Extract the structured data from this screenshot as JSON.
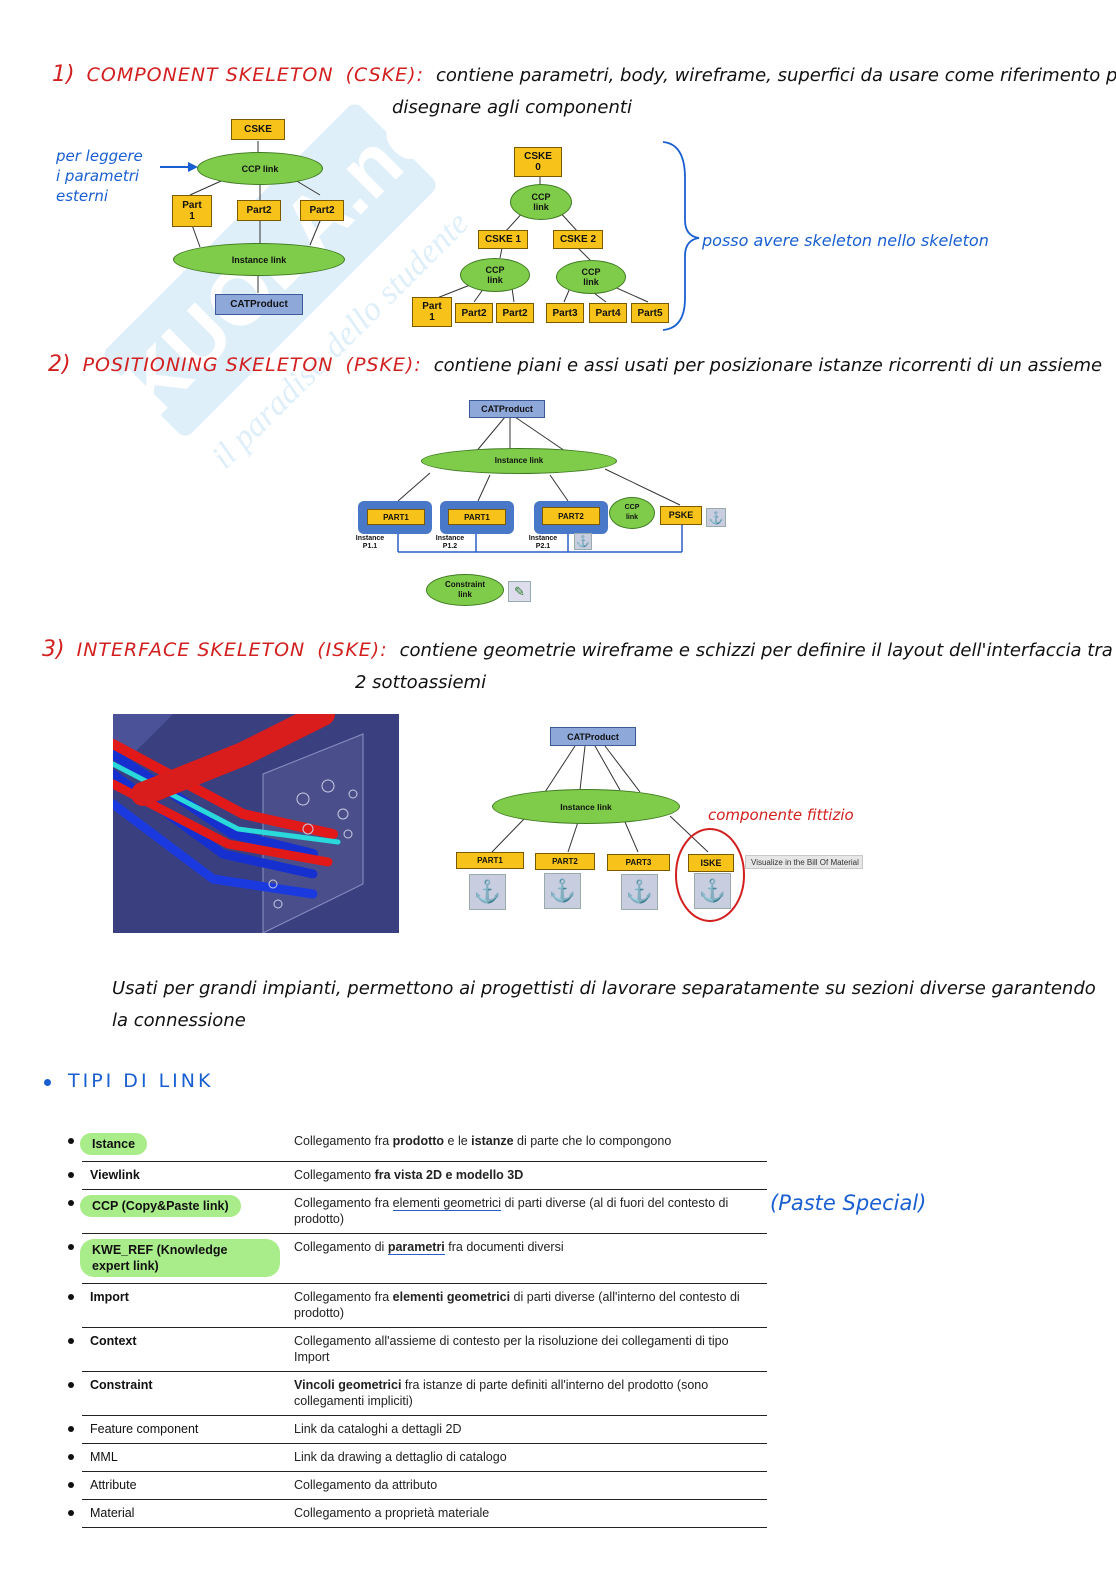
{
  "section1": {
    "number": "1)",
    "title": "COMPONENT SKELETON",
    "abbr": "(CSKE):",
    "desc_line1": "contiene parametri, body, wireframe, superfici da usare come riferimento per",
    "desc_line2": "disegnare agli componenti",
    "note_left": [
      "per leggere",
      "i parametri",
      "esterni"
    ],
    "note_right": "posso avere skeleton nello skeleton",
    "diagram_left": {
      "top": "CSKE",
      "ccp": "CCP link",
      "part1": "Part\n1",
      "part2a": "Part2",
      "part2b": "Part2",
      "instance": "Instance link",
      "product": "CATProduct"
    },
    "diagram_right": {
      "top": "CSKE\n0",
      "ccp": "CCP\nlink",
      "cske1": "CSKE 1",
      "cske2": "CSKE 2",
      "ccp1": "CCP\nlink",
      "ccp2": "CCP\nlink",
      "parts": [
        "Part\n1",
        "Part2",
        "Part2",
        "Part3",
        "Part4",
        "Part5"
      ]
    }
  },
  "section2": {
    "number": "2)",
    "title": "POSITIONING SKELETON",
    "abbr": "(PSKE):",
    "desc": "contiene piani e assi usati per posizionare istanze ricorrenti di un assieme",
    "diagram": {
      "product": "CATProduct",
      "instance": "Instance link",
      "part1a": "PART1",
      "part1b": "PART1",
      "part2": "PART2",
      "ccp": "CCP\nlink",
      "pske": "PSKE",
      "inst_p11": "Instance\nP1.1",
      "inst_p12": "Instance\nP1.2",
      "inst_p21": "Instance\nP2.1",
      "constraint": "Constraint\nlink"
    }
  },
  "section3": {
    "number": "3)",
    "title": "INTERFACE SKELETON",
    "abbr": "(ISKE):",
    "desc_line1": "contiene geometrie wireframe e schizzi per definire il layout dell'interfaccia tra",
    "desc_line2": "2 sottoassiemi",
    "note_fittizio": "componente fittizio",
    "diagram": {
      "product": "CATProduct",
      "instance": "Instance link",
      "parts": [
        "PART1",
        "PART2",
        "PART3"
      ],
      "iske": "ISKE",
      "tooltip": "Visualize in the Bill Of Material"
    },
    "usage_line1": "Usati per grandi impianti, permettono ai progettisti di lavorare separatamente su sezioni diverse garantendo",
    "usage_line2": "la connessione"
  },
  "links": {
    "heading": "TIPI DI LINK",
    "note_special": "(Paste Special)",
    "rows": [
      {
        "key": "Istance",
        "value_html": "Collegamento fra <b>prodotto</b> e le <b>istanze</b> di parte che lo compongono",
        "hl": true,
        "bold": true
      },
      {
        "key": "Viewlink",
        "value_html": "Collegamento <b>fra vista 2D e modello 3D</b>",
        "hl": false,
        "bold": true
      },
      {
        "key": "CCP (Copy&Paste link)",
        "value_html": "Collegamento fra <span class='uline'>elementi geometrici</span> di parti diverse (al di fuori del contesto di prodotto)",
        "hl": true,
        "bold": true
      },
      {
        "key": "KWE_REF (Knowledge expert link)",
        "value_html": "Collegamento di <b class='uline'>parametri</b> fra documenti diversi",
        "hl": true,
        "bold": true
      },
      {
        "key": "Import",
        "value_html": "Collegamento fra <b>elementi geometrici</b> di parti diverse (all'interno del contesto di prodotto)",
        "hl": false,
        "bold": true
      },
      {
        "key": "Context",
        "value_html": "Collegamento all'assieme di contesto per la risoluzione dei collegamenti di tipo Import",
        "hl": false,
        "bold": true
      },
      {
        "key": "Constraint",
        "value_html": "<b>Vincoli geometrici</b> fra istanze di parte definiti all'interno del prodotto (sono collegamenti impliciti)",
        "hl": false,
        "bold": true
      },
      {
        "key": "Feature component",
        "value_html": "Link da cataloghi a dettagli 2D",
        "hl": false,
        "bold": false
      },
      {
        "key": "MML",
        "value_html": "Link da drawing a dettaglio di catalogo",
        "hl": false,
        "bold": false
      },
      {
        "key": "Attribute",
        "value_html": "Collegamento da attributo",
        "hl": false,
        "bold": false
      },
      {
        "key": "Material",
        "value_html": "Collegamento a proprietà materiale",
        "hl": false,
        "bold": false
      }
    ]
  },
  "watermark": {
    "brand": "SKUOLA.net",
    "tagline": "il paradiso dello studente"
  },
  "colors": {
    "node_yellow": "#f7c31a",
    "node_blue": "#8fa8da",
    "ellipse_green": "#7fcc4a",
    "highlight_green": "#a9ec8a",
    "pen_red": "#d21f1f",
    "pen_blue": "#1a5fd1"
  }
}
